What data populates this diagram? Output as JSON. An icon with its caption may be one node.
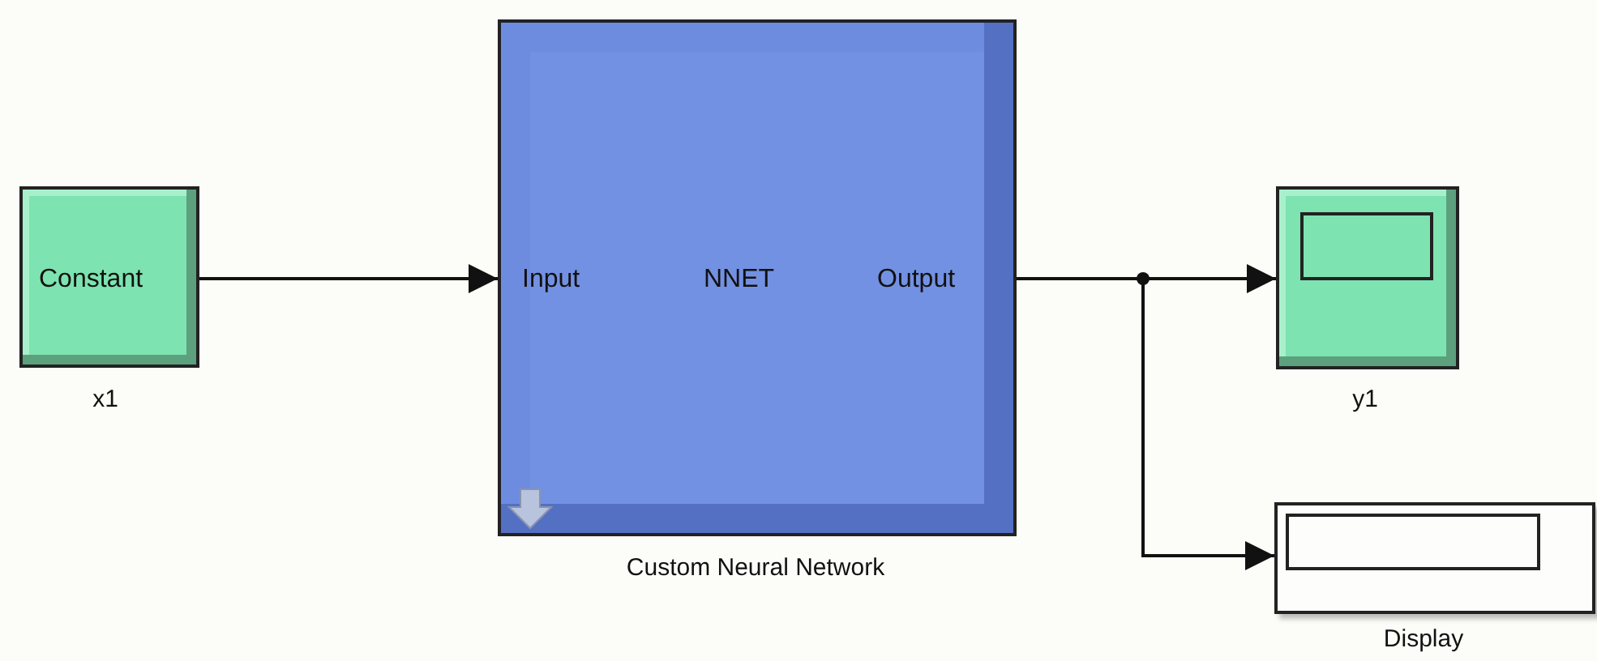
{
  "diagram": {
    "nodes": [
      {
        "text": [
          "Constant"
        ],
        "beside": [
          "x1"
        ]
      },
      {
        "text": [
          "Input",
          "NNET",
          "Output"
        ],
        "beside": [
          "Custom Neural Network"
        ]
      },
      {
        "text": [],
        "shape": "box",
        "beside": [
          "y1"
        ]
      },
      {
        "text": [],
        "shape": "box",
        "beside": [
          "Display"
        ]
      }
    ],
    "edges": [
      {
        "from": 0,
        "to": 1,
        "arrow": "to"
      },
      {
        "from": 1,
        "to": 2,
        "arrow": "to"
      },
      {
        "from": 1,
        "to": 3,
        "arrow": "to"
      }
    ]
  }
}
